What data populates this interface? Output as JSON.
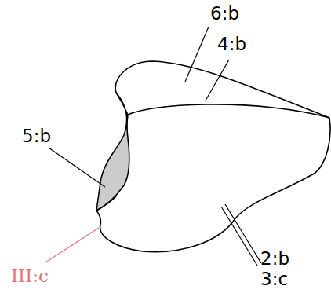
{
  "diagram": {
    "labels": [
      "6:b",
      "4:b",
      "5:b",
      "III:c",
      "2:b",
      "3:c"
    ]
  }
}
